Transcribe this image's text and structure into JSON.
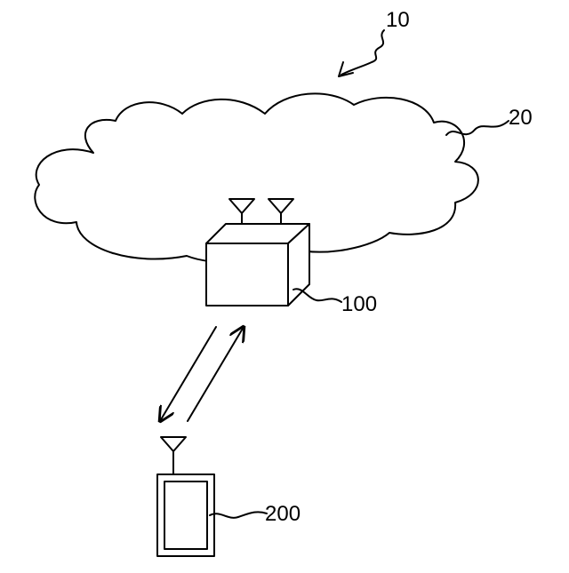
{
  "labels": {
    "system": "10",
    "network": "20",
    "base_station": "100",
    "terminal": "200"
  },
  "colors": {
    "line": "#000000",
    "background": "#ffffff"
  }
}
